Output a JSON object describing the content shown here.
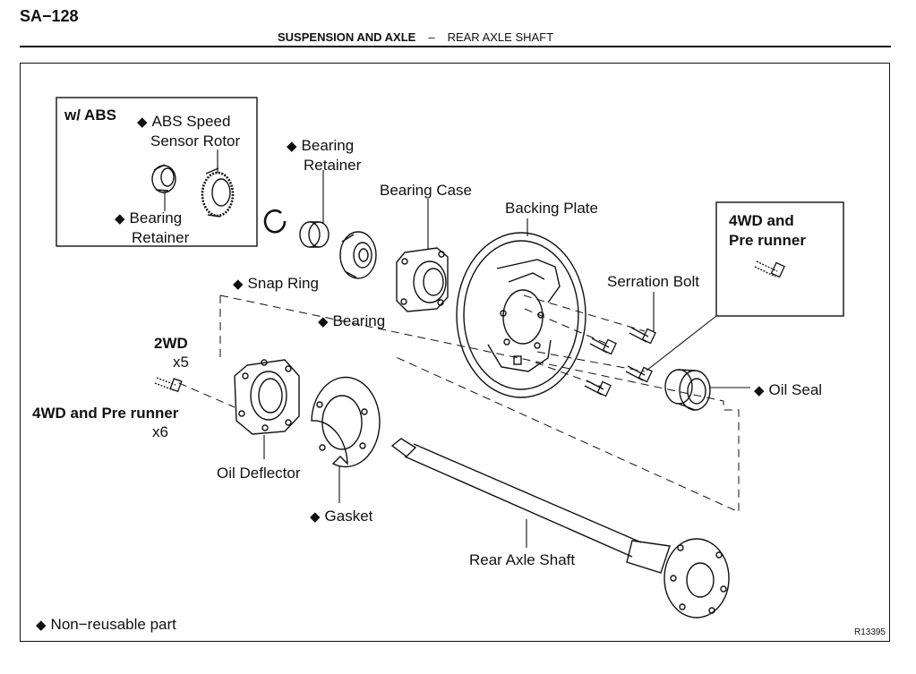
{
  "page": {
    "id": "SA−128",
    "section": "SUSPENSION AND AXLE",
    "separator": "–",
    "subsection": "REAR AXLE SHAFT",
    "figure_id": "R13395"
  },
  "marker_symbol": "◆",
  "labels": {
    "with_abs": "w/  ABS",
    "abs_sensor_rotor_1": "ABS Speed",
    "abs_sensor_rotor_2": "Sensor Rotor",
    "abs_bearing_retainer_1": "Bearing",
    "abs_bearing_retainer_2": "Retainer",
    "bearing_retainer_1": "Bearing",
    "bearing_retainer_2": "Retainer",
    "bearing_case": "Bearing Case",
    "backing_plate": "Backing Plate",
    "snap_ring": "Snap Ring",
    "bearing": "Bearing",
    "serration_bolt": "Serration Bolt",
    "fourwd_box_1": "4WD and",
    "fourwd_box_2": "Pre runner",
    "oil_seal": "Oil Seal",
    "twowd": "2WD",
    "twowd_qty": "x5",
    "fourwd_label": "4WD and Pre runner",
    "fourwd_qty": "x6",
    "oil_deflector": "Oil Deflector",
    "gasket": "Gasket",
    "rear_axle_shaft": "Rear Axle Shaft",
    "legend": "Non−reusable part"
  }
}
